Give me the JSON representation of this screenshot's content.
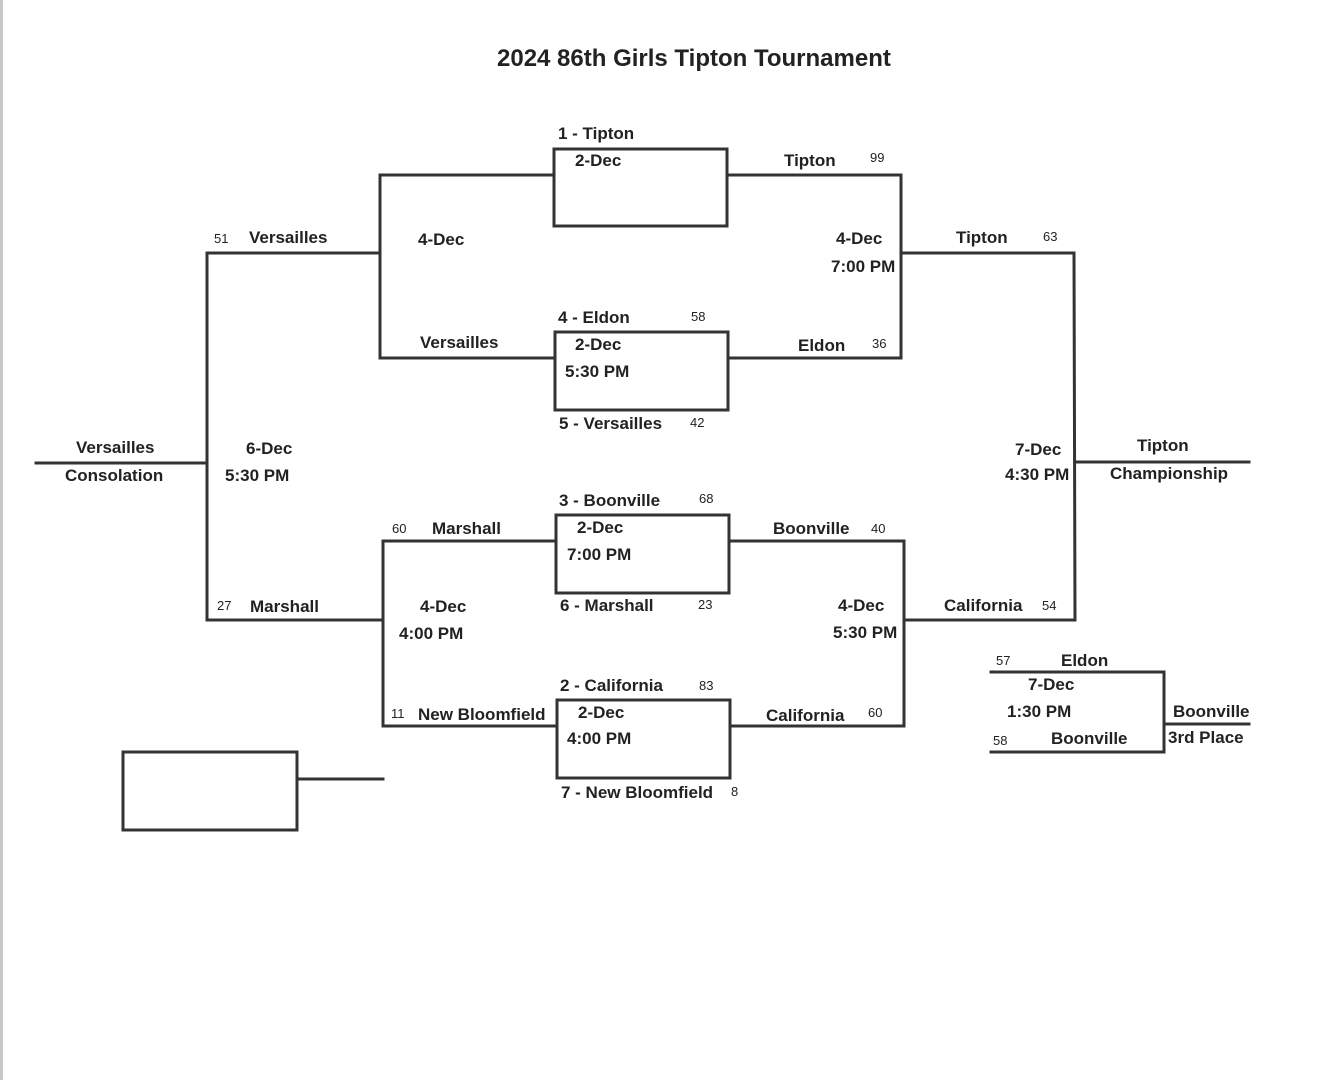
{
  "title": "2024 86th Girls Tipton Tournament",
  "first_round": [
    {
      "top": "1 - Tipton",
      "date": "2-Dec"
    },
    {
      "top": "4 - Eldon",
      "top_score": "58",
      "date": "2-Dec",
      "time": "5:30 PM",
      "bottom": "5 - Versailles",
      "bottom_score": "42"
    },
    {
      "top": "3 - Boonville",
      "top_score": "68",
      "date": "2-Dec",
      "time": "7:00 PM",
      "bottom": "6 - Marshall",
      "bottom_score": "23"
    },
    {
      "top": "2 - California",
      "top_score": "83",
      "date": "2-Dec",
      "time": "4:00 PM",
      "bottom": "7 - New Bloomfield",
      "bottom_score": "8"
    }
  ],
  "winners_semis": [
    {
      "top": "Tipton",
      "top_score": "99",
      "bottom": "Eldon",
      "bottom_score": "36",
      "date": "4-Dec",
      "time": "7:00 PM"
    },
    {
      "top": "Boonville",
      "top_score": "40",
      "bottom": "California",
      "bottom_score": "60",
      "date": "4-Dec",
      "time": "5:30 PM"
    }
  ],
  "consolation_semis": [
    {
      "top": "",
      "bottom": "Versailles",
      "date": "4-Dec"
    },
    {
      "top": "Marshall",
      "top_score": "60",
      "bottom": "New Bloomfield",
      "bottom_score": "11",
      "date": "4-Dec",
      "time": "4:00 PM"
    }
  ],
  "championship": {
    "top": "Tipton",
    "top_score": "63",
    "bottom": "California",
    "bottom_score": "54",
    "date": "7-Dec",
    "time": "4:30 PM",
    "winner": "Tipton",
    "label": "Championship"
  },
  "consolation": {
    "top": "Versailles",
    "top_score": "51",
    "bottom": "Marshall",
    "bottom_score": "27",
    "date": "6-Dec",
    "time": "5:30 PM",
    "winner": "Versailles",
    "label": "Consolation"
  },
  "third_place": {
    "top": "Eldon",
    "top_score": "57",
    "bottom": "Boonville",
    "bottom_score": "58",
    "date": "7-Dec",
    "time": "1:30 PM",
    "winner": "Boonville",
    "label": "3rd Place"
  }
}
